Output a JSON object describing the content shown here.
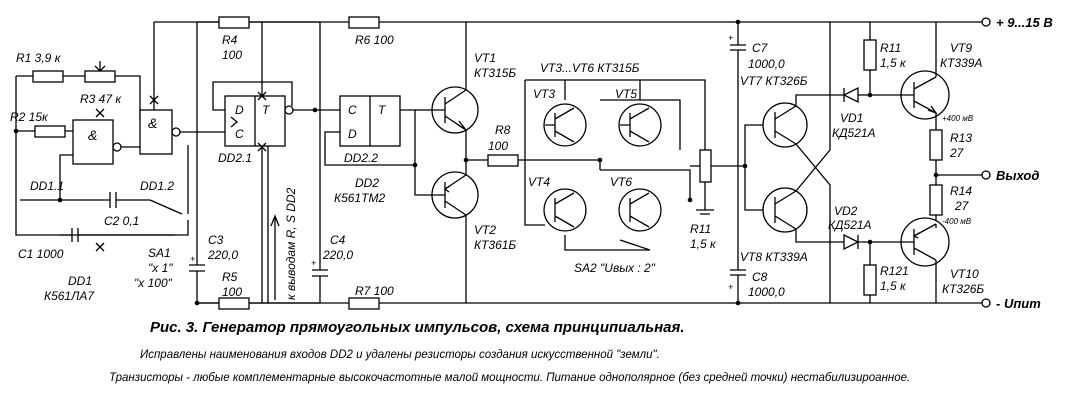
{
  "supply": {
    "positive": "+ 9...15 В",
    "negative": "-  Uпит"
  },
  "output_label": "Выход",
  "labels": {
    "R1": "R1  3,9 к",
    "R2": "R2 15к",
    "R3": "R3  47 к",
    "R4": "R4",
    "R4v": "100",
    "R5": "R5",
    "R5v": "100",
    "R6": "R6  100",
    "R7": "R7  100",
    "R8": "R8",
    "R8v": "100",
    "R11a": "R11",
    "R11av": "1,5 к",
    "R11b": "R11",
    "R11bv": "1,5 к",
    "R121": "R121",
    "R121v": "1,5 к",
    "R13": "R13",
    "R13v": "27",
    "R14": "R14",
    "R14v": "27",
    "C1": "C1 1000",
    "C2": "C2  0,1",
    "C3": "C3",
    "C3v": "220,0",
    "C4": "C4",
    "C4v": "220,0",
    "C7": "C7",
    "C7v": "1000,0",
    "C8": "C8",
    "C8v": "1000,0",
    "DD11": "DD1.1",
    "DD12": "DD1.2",
    "DD1": "DD1",
    "DD1t": "К561ЛА7",
    "DD21": "DD2.1",
    "DD22": "DD2.2",
    "DD2": "DD2",
    "DD2t": "К561ТМ2",
    "SA1": "SA1",
    "SA1a": "\"х 1\"",
    "SA1b": "\"х 100\"",
    "SA2": "SA2 \"Uвых : 2\"",
    "VT1": "VT1",
    "VT1t": "КТ315Б",
    "VT2": "VT2",
    "VT2t": "КТ361Б",
    "VT36": "VT3...VT6 КТ315Б",
    "VT3": "VT3",
    "VT4": "VT4",
    "VT5": "VT5",
    "VT6": "VT6",
    "VT7": "VT7  КТ326Б",
    "VT8": "VT8  КТ339А",
    "VT9": "VT9",
    "VT9t": "КТ339А",
    "VT10": "VT10",
    "VT10t": "КТ326Б",
    "VD1": "VD1",
    "VD1t": "КД521А",
    "VD2": "VD2",
    "VD2t": "КД521А",
    "mv_pos": "+400 мВ",
    "mv_neg": "-400 мВ",
    "rs_note": "к выводам R, S DD2",
    "and": "&",
    "D": "D",
    "C": "C",
    "T": "T",
    "plus": "+"
  },
  "caption": {
    "title": "Рис. 3. Генератор прямоугольных импульсов, схема принципиальная.",
    "note1": "Исправлены наименования входов DD2 и удалены резисторы создания искусственной \"земли\".",
    "note2": "Транзисторы - любые комплементарные высокочастотные малой мощности. Питание однополярное (без средней точки) нестабилизироанное."
  }
}
